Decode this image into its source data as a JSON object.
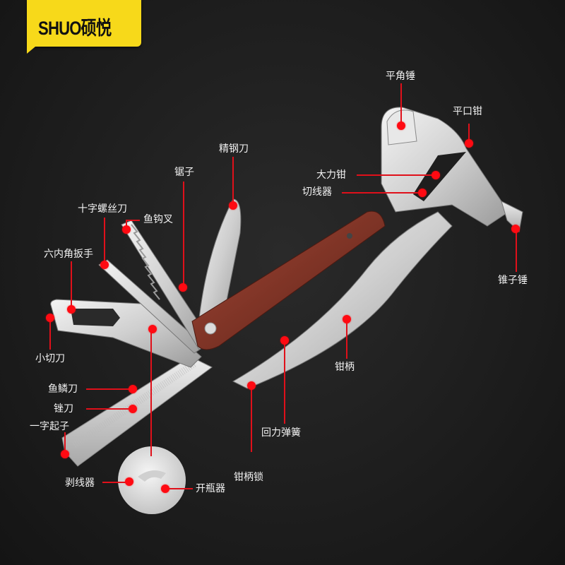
{
  "brand": {
    "logo_text": "SHUO硕悦",
    "logo_bg": "#f7d91a",
    "logo_fg": "#111111"
  },
  "colors": {
    "background": "#1c1c1c",
    "callout": "#ff0a12",
    "label_text": "#f2f2f2",
    "steel": "#d9d9d9",
    "wood": "#8a3a2a"
  },
  "callouts": [
    {
      "id": "flat-hammer",
      "label": "平角锤"
    },
    {
      "id": "flat-pliers",
      "label": "平口钳"
    },
    {
      "id": "locking-pliers",
      "label": "大力钳"
    },
    {
      "id": "wire-cutter",
      "label": "切线器"
    },
    {
      "id": "fine-steel-knife",
      "label": "精钢刀"
    },
    {
      "id": "saw",
      "label": "锯子"
    },
    {
      "id": "phillips-screwdriver",
      "label": "十字螺丝刀"
    },
    {
      "id": "fish-hook-fork",
      "label": "鱼钩叉"
    },
    {
      "id": "hex-wrench",
      "label": "六内角扳手"
    },
    {
      "id": "cone-hammer",
      "label": "锥子锤"
    },
    {
      "id": "small-knife",
      "label": "小切刀"
    },
    {
      "id": "plier-handle",
      "label": "钳柄"
    },
    {
      "id": "fish-scale-knife",
      "label": "鱼鳞刀"
    },
    {
      "id": "file-knife",
      "label": "锉刀"
    },
    {
      "id": "flat-screwdriver",
      "label": "一字起子"
    },
    {
      "id": "return-spring",
      "label": "回力弹簧"
    },
    {
      "id": "wire-stripper",
      "label": "剥线器"
    },
    {
      "id": "bottle-opener",
      "label": "开瓶器"
    },
    {
      "id": "handle-lock",
      "label": "钳柄锁"
    }
  ]
}
